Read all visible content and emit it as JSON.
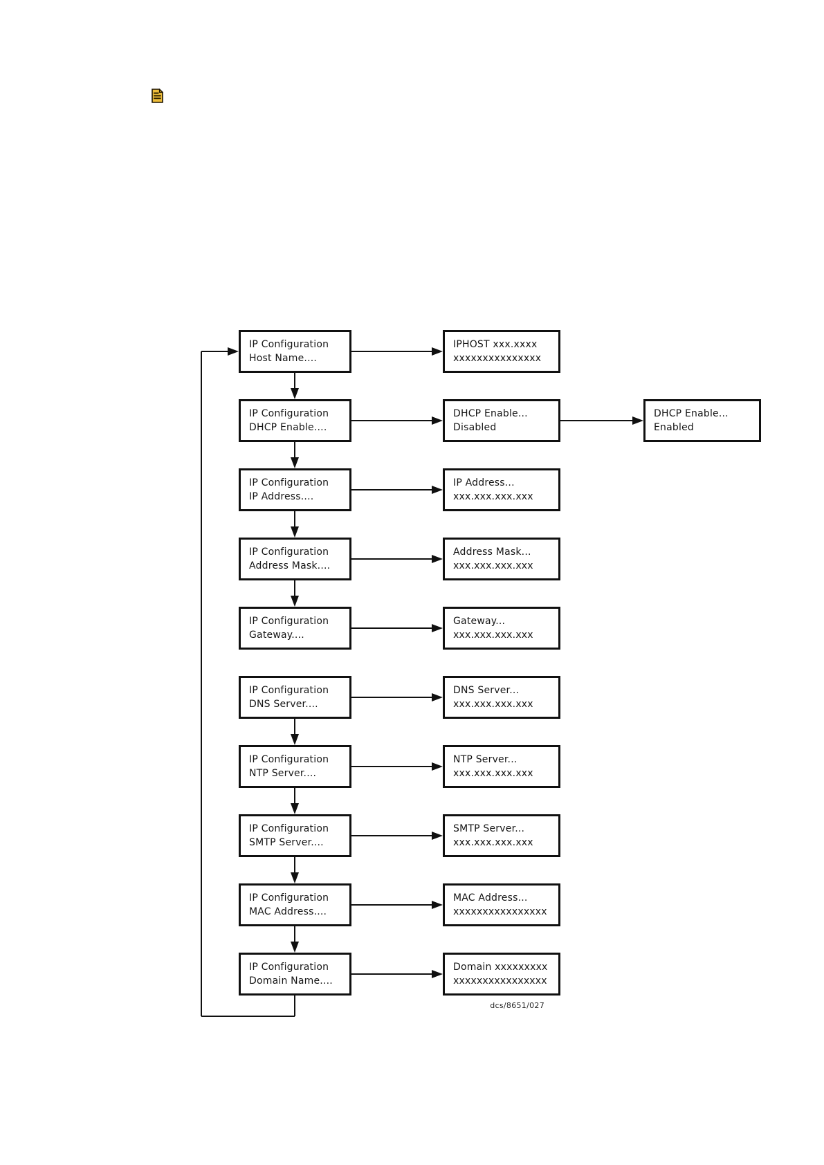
{
  "page": {
    "background_color": "#ffffff"
  },
  "note_icon": {
    "name": "note-icon",
    "fill_color": "#eebd3a",
    "line_color": "#2b2000"
  },
  "diagram": {
    "caption": "dcs/8651/027",
    "line_color": "#101010",
    "rows": [
      {
        "left": [
          "IP Configuration",
          "Host Name...."
        ],
        "right": [
          "IPHOST xxx.xxxx",
          "xxxxxxxxxxxxxxx"
        ],
        "arrow_to_next": true
      },
      {
        "left": [
          "IP Configuration",
          "DHCP Enable...."
        ],
        "right": [
          "DHCP Enable...",
          "Disabled"
        ],
        "arrow_to_next": true,
        "extra": [
          "DHCP Enable...",
          "Enabled"
        ]
      },
      {
        "left": [
          "IP Configuration",
          "IP Address...."
        ],
        "right": [
          "IP Address...",
          "xxx.xxx.xxx.xxx"
        ],
        "arrow_to_next": true
      },
      {
        "left": [
          "IP Configuration",
          "Address Mask...."
        ],
        "right": [
          "Address Mask...",
          "xxx.xxx.xxx.xxx"
        ],
        "arrow_to_next": true
      },
      {
        "left": [
          "IP Configuration",
          "Gateway...."
        ],
        "right": [
          "Gateway...",
          "xxx.xxx.xxx.xxx"
        ],
        "arrow_to_next": false
      },
      {
        "left": [
          "IP Configuration",
          "DNS Server...."
        ],
        "right": [
          "DNS Server...",
          "xxx.xxx.xxx.xxx"
        ],
        "arrow_to_next": true
      },
      {
        "left": [
          "IP Configuration",
          "NTP Server...."
        ],
        "right": [
          "NTP Server...",
          "xxx.xxx.xxx.xxx"
        ],
        "arrow_to_next": true
      },
      {
        "left": [
          "IP Configuration",
          "SMTP Server...."
        ],
        "right": [
          "SMTP Server...",
          "xxx.xxx.xxx.xxx"
        ],
        "arrow_to_next": true
      },
      {
        "left": [
          "IP Configuration",
          "MAC Address...."
        ],
        "right": [
          "MAC Address...",
          "xxxxxxxxxxxxxxxx"
        ],
        "arrow_to_next": true
      },
      {
        "left": [
          "IP Configuration",
          "Domain Name...."
        ],
        "right": [
          "Domain xxxxxxxxx",
          "xxxxxxxxxxxxxxxx"
        ],
        "arrow_to_next": false
      }
    ]
  }
}
